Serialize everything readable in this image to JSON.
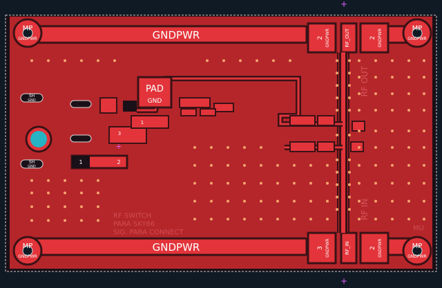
{
  "board": {
    "background": "#0f1a24",
    "board_fill": "#b5262b",
    "copper_bright": "#e2343a",
    "clearance": "#3a1216",
    "edge": "#c9c9c9"
  },
  "labels": {
    "gndpwr_top": "GNDPWR",
    "gndpwr_bottom": "GNDPWR",
    "mp": "MP",
    "mp_sub": "GNDPWR",
    "pad": "PAD",
    "gnd": "GND",
    "sh": "SH",
    "sh_sub": "GND",
    "rf_out": "RF_OUT",
    "rf_in": "RF_IN",
    "pin_2": "2",
    "pin_3": "3",
    "pin_1": "1",
    "sub_gndpwr": "GNDPWR"
  },
  "silkscreen": {
    "rf_out_text": "RF OUT",
    "rf_in_text": "RF IN",
    "bottom_text_1": "RF SWITCH",
    "bottom_text_2": "PARA SKY66",
    "bottom_text_3": "SIG. PARA CONNECT",
    "mu": "MU"
  }
}
